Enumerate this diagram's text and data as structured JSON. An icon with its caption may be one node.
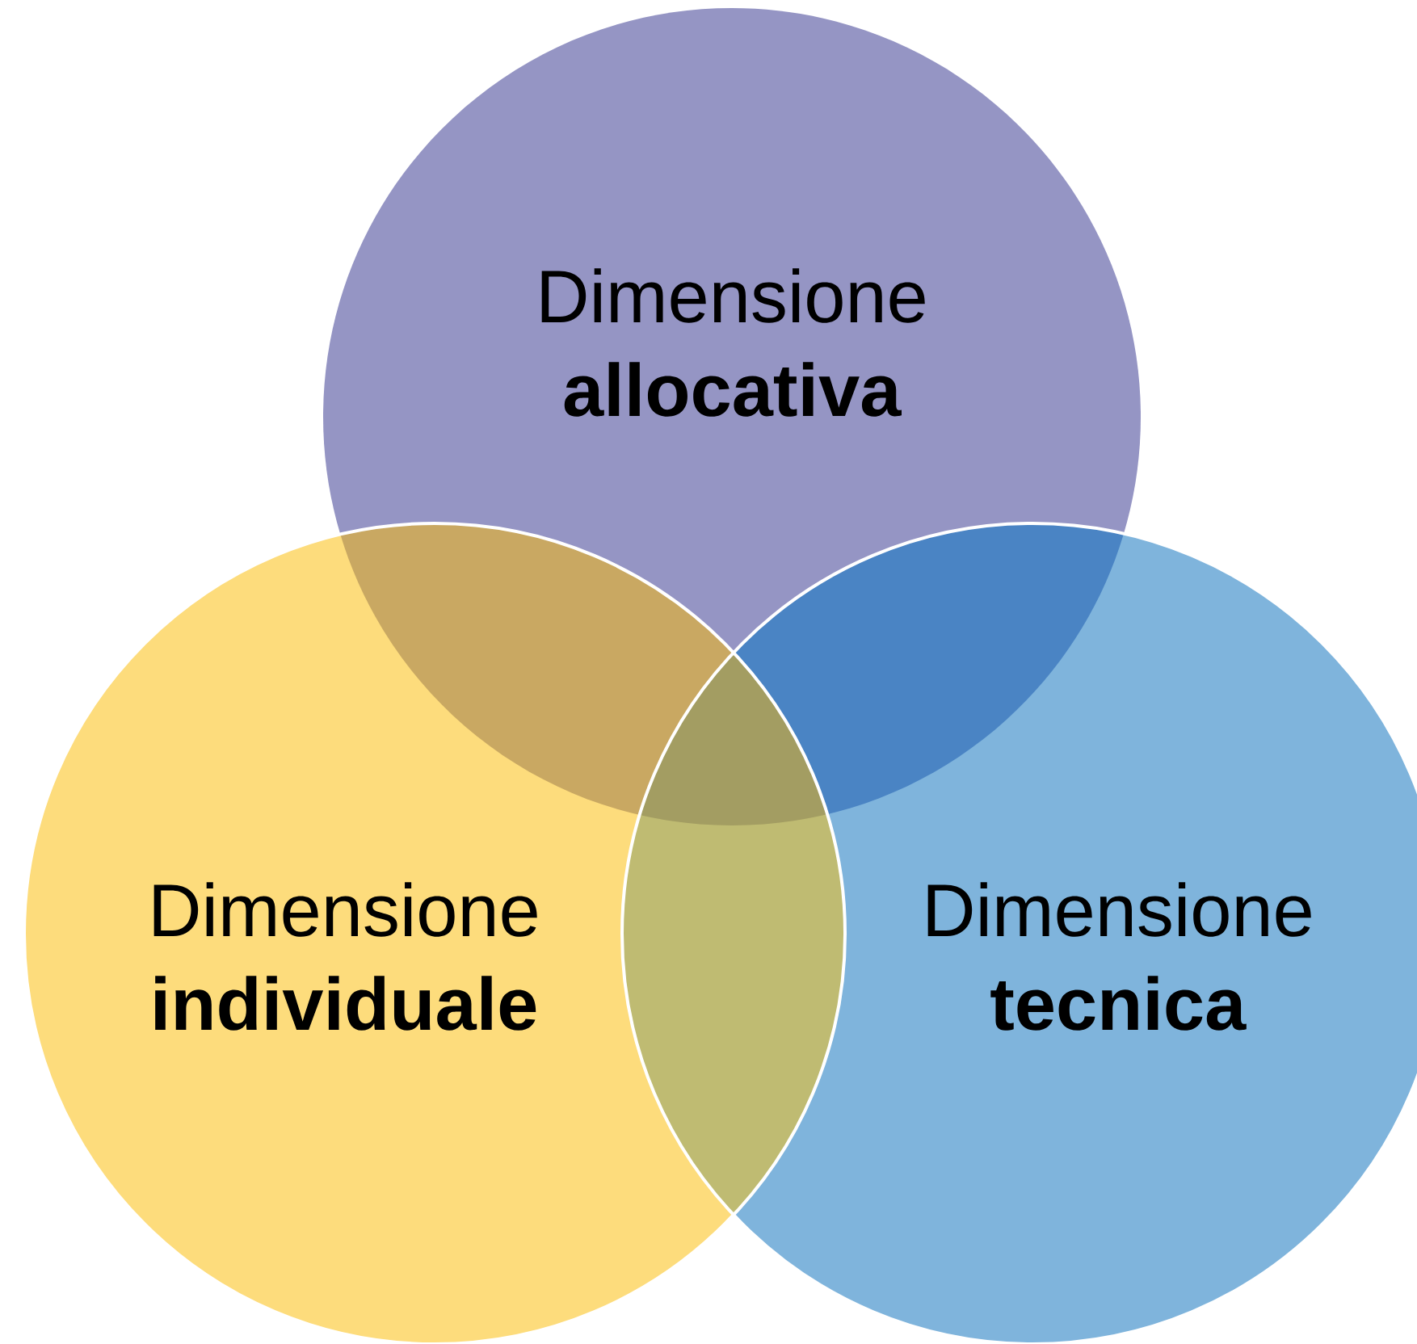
{
  "diagram": {
    "nodes": [
      {
        "text": [
          "Dimensione **allocativa**"
        ]
      },
      {
        "text": [
          "Dimensione **individuale**"
        ]
      },
      {
        "text": [
          "Dimensione **tecnica**"
        ]
      }
    ]
  }
}
